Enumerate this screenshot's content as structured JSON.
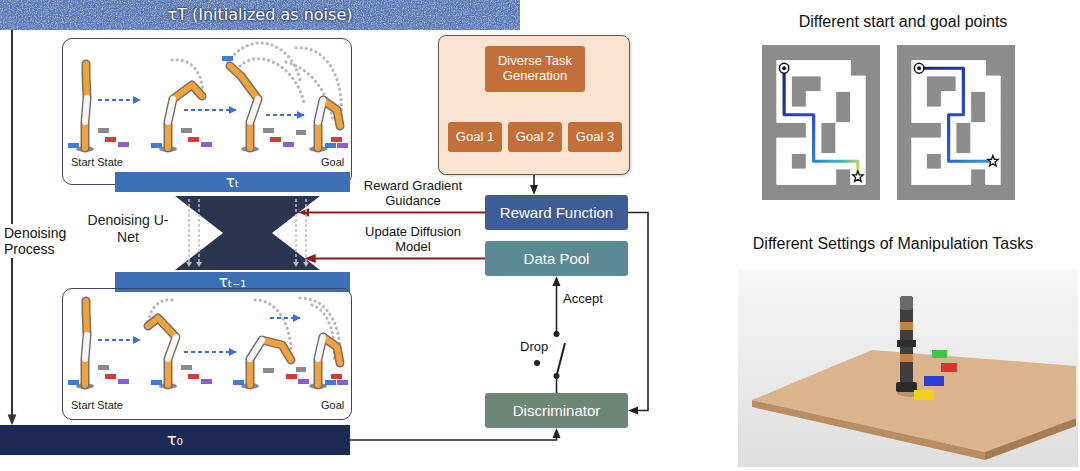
{
  "diagram": {
    "nodes": [
      {
        "text": [
          "τT (Initialized as noise)"
        ]
      },
      {
        "text": [
          "Start State",
          "Goal"
        ]
      },
      {
        "text": [
          "τₜ"
        ]
      },
      {
        "text": [
          "Denoising U-Net"
        ]
      },
      {
        "text": [
          "τₜ₋₁"
        ]
      },
      {
        "text": [
          "Start State",
          "Goal"
        ]
      },
      {
        "text": [
          "τ₀"
        ]
      },
      {
        "text": []
      },
      {
        "text": [
          "Diverse Task Generation"
        ],
        "in": 7
      },
      {
        "text": [
          "Goal 1"
        ],
        "in": 7
      },
      {
        "text": [
          "Goal 2"
        ],
        "in": 7
      },
      {
        "text": [
          "Goal 3"
        ],
        "in": 7
      },
      {
        "text": [
          "Reward Function"
        ]
      },
      {
        "text": [
          "Data Pool"
        ]
      },
      {
        "text": [
          "Discriminator"
        ]
      }
    ],
    "edges": [
      {
        "from": 0,
        "to": 6,
        "label": "Denoising Process",
        "arrow": "to"
      },
      {
        "from": 8,
        "to": 9,
        "arrow": "to"
      },
      {
        "from": 8,
        "to": 10,
        "arrow": "to"
      },
      {
        "from": 8,
        "to": 11,
        "arrow": "to"
      },
      {
        "from": 7,
        "to": 12,
        "arrow": "to"
      },
      {
        "from": 12,
        "to": 3,
        "label": "Reward Gradient Guidance",
        "arrow": "to"
      },
      {
        "from": 13,
        "to": 3,
        "label": "Update Diffusion Model",
        "arrow": "to"
      },
      {
        "from": 12,
        "to": 14,
        "arrow": "to"
      },
      {
        "from": 6,
        "to": 14,
        "arrow": "to"
      },
      {
        "from": 14,
        "to": 13,
        "arrow": "to"
      }
    ],
    "labels": [
      "Drop",
      "Accept",
      "Different start and goal points",
      "Different Settings of Manipulation Tasks"
    ]
  }
}
